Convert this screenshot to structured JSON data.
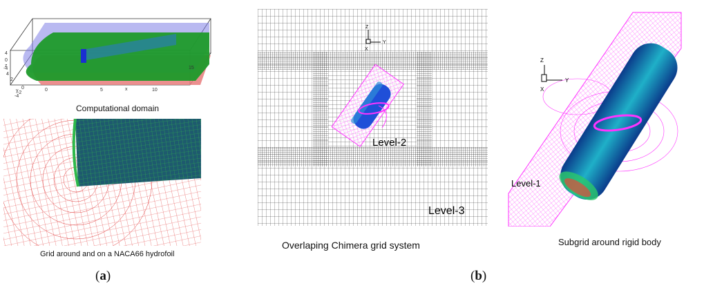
{
  "panel_a": {
    "top_caption": "Computational domain",
    "bottom_caption": "Grid around and on a NACA66 hydrofoil",
    "axis_z": "z",
    "axis_y": "y",
    "axis_x": "x",
    "x_ticks": [
      "0",
      "5",
      "10",
      "15"
    ],
    "y_ticks": [
      "-4",
      "-2",
      "0",
      "2",
      "4"
    ],
    "z_ticks": [
      "4",
      "0",
      "-4"
    ],
    "label_open": "(",
    "label_letter": "a",
    "label_close": ")"
  },
  "panel_b": {
    "middle_caption": "Overlaping Chimera grid system",
    "right_caption": "Subgrid around rigid body",
    "level1": "Level-1",
    "level2": "Level-2",
    "level3": "Level-3",
    "axis_z": "Z",
    "axis_y": "Y",
    "axis_x": "X",
    "label_open": "(",
    "label_letter": "b",
    "label_close": ")"
  },
  "colors": {
    "grid_red": "#e23b3b",
    "grid_green": "#2fb84a",
    "grid_black": "#222222",
    "grid_magenta": "#ff33ff",
    "body_blue": "#1f4fd8",
    "domain_blue": "#7f7fe6",
    "domain_green": "#1e9a2a"
  }
}
